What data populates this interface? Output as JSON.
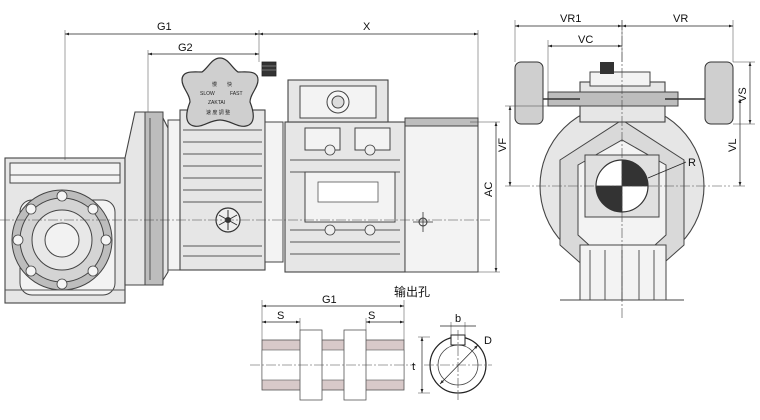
{
  "dimensions": {
    "g1": "G1",
    "g2": "G2",
    "x": "X",
    "vr1": "VR1",
    "vr": "VR",
    "vc": "VC",
    "vs": "VS",
    "vl": "VL",
    "vf": "VF",
    "ac": "AC",
    "r": "R",
    "s_left": "S",
    "s_right": "S",
    "g1_bottom": "G1",
    "b": "b",
    "d": "D",
    "t": "t"
  },
  "caption": "输出孔",
  "knob_labels": {
    "top_left": "慢",
    "top_right": "快",
    "left": "SLOW",
    "right": "FAST",
    "brand": "ZAKTAI",
    "mid": "速 度 調 整"
  },
  "colors": {
    "body": "#e6e6e6",
    "dark_part": "#bdbdbd",
    "hatch": "#d8c9c9",
    "line": "#222222"
  }
}
